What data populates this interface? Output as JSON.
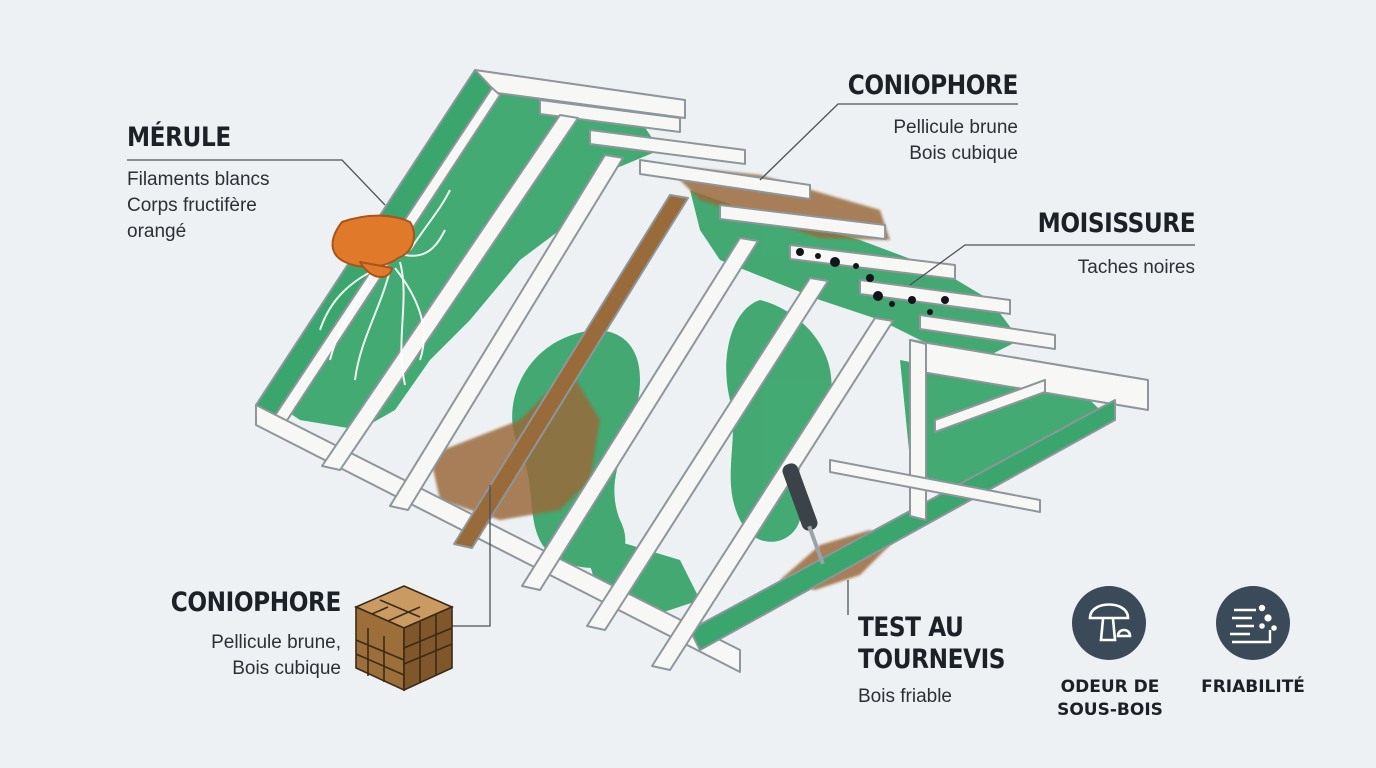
{
  "colors": {
    "background": "#eef1f4",
    "wood": "#f7f8f6",
    "wood_edge": "#8d969a",
    "infection_green": "#3aa56c",
    "decay_brown": "#9a6b3a",
    "fungus_orange": "#e07a2a",
    "icon_circle": "#3b4a58"
  },
  "labels": {
    "merule": {
      "title": "MÉRULE",
      "lines": [
        "Filaments blancs",
        "Corps fructifère",
        "orangé"
      ]
    },
    "coniophore_top": {
      "title": "CONIOPHORE",
      "lines": [
        "Pellicule brune",
        "Bois cubique"
      ]
    },
    "moisissure": {
      "title": "MOISISSURE",
      "lines": [
        "Taches noires"
      ]
    },
    "coniophore_bottom": {
      "title": "CONIOPHORE",
      "lines": [
        "Pellicule brune,",
        "Bois cubique"
      ]
    },
    "test": {
      "title_lines": [
        "TEST AU",
        "TOURNEVIS"
      ],
      "lines": [
        "Bois friable"
      ]
    }
  },
  "badges": [
    {
      "icon": "mushroom-icon",
      "label_lines": [
        "ODEUR DE",
        "SOUS-BOIS"
      ]
    },
    {
      "icon": "crumbling-wood-icon",
      "label_lines": [
        "FRIABILITÉ"
      ]
    }
  ]
}
